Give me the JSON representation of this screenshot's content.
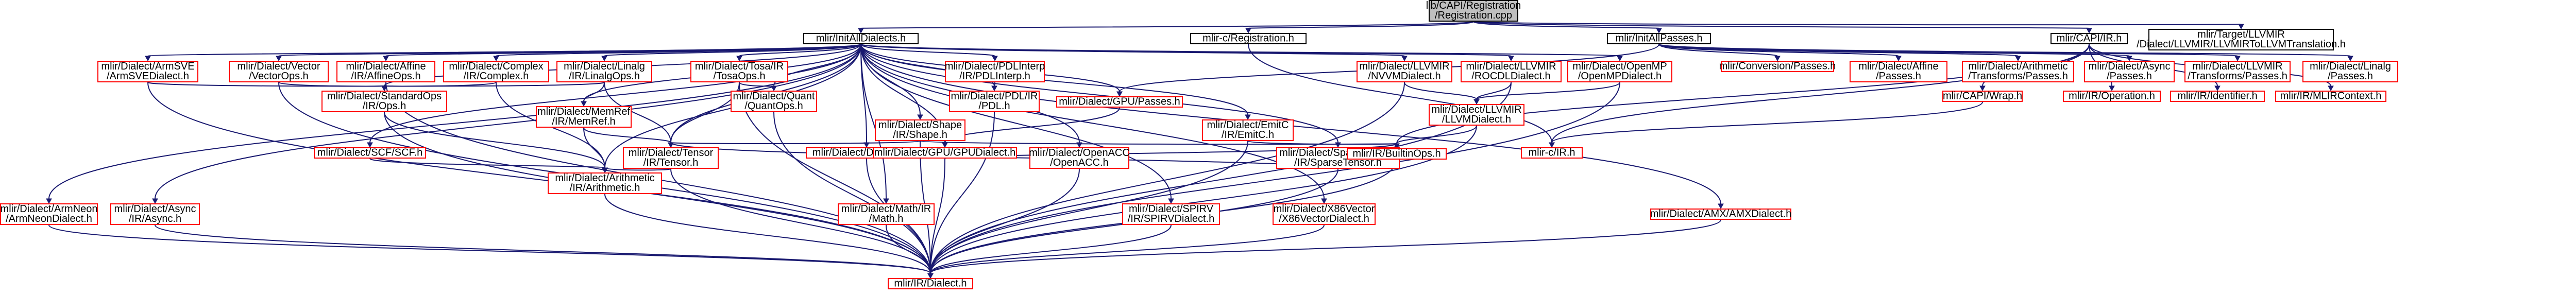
{
  "colors": {
    "root_fill": "#bfbfbf",
    "root_stroke": "#000000",
    "node_fill": "#ffffff",
    "node_stroke": "#000000",
    "missing_stroke": "#ff0000",
    "edge": "#191970"
  },
  "nodes": [
    {
      "id": "root",
      "lines": [
        "lib/CAPI/Registration",
        "/Registration.cpp"
      ],
      "kind": "root"
    },
    {
      "id": "initall",
      "lines": [
        "mlir/InitAllDialects.h"
      ],
      "kind": "normal"
    },
    {
      "id": "registration",
      "lines": [
        "mlir-c/Registration.h"
      ],
      "kind": "normal"
    },
    {
      "id": "initpasses",
      "lines": [
        "mlir/InitAllPasses.h"
      ],
      "kind": "normal"
    },
    {
      "id": "capiir",
      "lines": [
        "mlir/CAPI/IR.h"
      ],
      "kind": "normal"
    },
    {
      "id": "llvmtrans",
      "lines": [
        "mlir/Target/LLVMIR",
        "/Dialect/LLVMIR/LLVMIRToLLVMTranslation.h"
      ],
      "kind": "normal"
    },
    {
      "id": "armsve",
      "lines": [
        "mlir/Dialect/ArmSVE",
        "/ArmSVEDialect.h"
      ],
      "kind": "missing"
    },
    {
      "id": "vectorops",
      "lines": [
        "mlir/Dialect/Vector",
        "/VectorOps.h"
      ],
      "kind": "missing"
    },
    {
      "id": "affineops",
      "lines": [
        "mlir/Dialect/Affine",
        "/IR/AffineOps.h"
      ],
      "kind": "missing"
    },
    {
      "id": "complexops",
      "lines": [
        "mlir/Dialect/Complex",
        "/IR/Complex.h"
      ],
      "kind": "missing"
    },
    {
      "id": "linalgops",
      "lines": [
        "mlir/Dialect/Linalg",
        "/IR/LinalgOps.h"
      ],
      "kind": "missing"
    },
    {
      "id": "tosaops",
      "lines": [
        "mlir/Dialect/Tosa/IR",
        "/TosaOps.h"
      ],
      "kind": "missing"
    },
    {
      "id": "pdlinterp",
      "lines": [
        "mlir/Dialect/PDLInterp",
        "/IR/PDLInterp.h"
      ],
      "kind": "missing"
    },
    {
      "id": "llvmavx",
      "lines": [
        "mlir/Dialect/LLVMIR",
        "/NVVMDialect.h"
      ],
      "kind": "missing"
    },
    {
      "id": "rocdl",
      "lines": [
        "mlir/Dialect/LLVMIR",
        "/ROCDLDialect.h"
      ],
      "kind": "missing"
    },
    {
      "id": "openmp",
      "lines": [
        "mlir/Dialect/OpenMP",
        "/OpenMPDialect.h"
      ],
      "kind": "missing"
    },
    {
      "id": "standardops",
      "lines": [
        "mlir/Dialect/StandardOps",
        "/IR/Ops.h"
      ],
      "kind": "missing"
    },
    {
      "id": "quant",
      "lines": [
        "mlir/Dialect/Quant",
        "/QuantOps.h"
      ],
      "kind": "missing"
    },
    {
      "id": "memrefops",
      "lines": [
        "mlir/Dialect/MemRef",
        "/IR/MemRef.h"
      ],
      "kind": "missing"
    },
    {
      "id": "pdlops",
      "lines": [
        "mlir/Dialect/PDL/IR",
        "/PDL.h"
      ],
      "kind": "missing"
    },
    {
      "id": "gpupasses",
      "lines": [
        "mlir/Dialect/GPU/Passes.h"
      ],
      "kind": "missing"
    },
    {
      "id": "llvmdialect",
      "lines": [
        "mlir/Dialect/LLVMIR",
        "/LLVMDialect.h"
      ],
      "kind": "missing"
    },
    {
      "id": "shapeops",
      "lines": [
        "mlir/Dialect/Shape",
        "/IR/Shape.h"
      ],
      "kind": "missing"
    },
    {
      "id": "emitc",
      "lines": [
        "mlir/Dialect/EmitC",
        "/IR/EmitC.h"
      ],
      "kind": "missing"
    },
    {
      "id": "scfops",
      "lines": [
        "mlir/Dialect/SCF/SCF.h"
      ],
      "kind": "missing"
    },
    {
      "id": "dlti",
      "lines": [
        "mlir/Dialect/DLTI/DLTI.h"
      ],
      "kind": "missing"
    },
    {
      "id": "tensorops",
      "lines": [
        "mlir/Dialect/Tensor",
        "/IR/Tensor.h"
      ],
      "kind": "missing"
    },
    {
      "id": "gpudialect",
      "lines": [
        "mlir/Dialect/GPU/GPUDialect.h"
      ],
      "kind": "missing"
    },
    {
      "id": "openacc",
      "lines": [
        "mlir/Dialect/OpenACC",
        "/OpenACC.h"
      ],
      "kind": "missing"
    },
    {
      "id": "sparsetensor",
      "lines": [
        "mlir/Dialect/SparseTensor",
        "/IR/SparseTensor.h"
      ],
      "kind": "missing"
    },
    {
      "id": "builtinops",
      "lines": [
        "mlir/IR/BuiltinOps.h"
      ],
      "kind": "missing"
    },
    {
      "id": "arithmetic",
      "lines": [
        "mlir/Dialect/Arithmetic",
        "/IR/Arithmetic.h"
      ],
      "kind": "missing"
    },
    {
      "id": "armneon",
      "lines": [
        "mlir/Dialect/ArmNeon",
        "/ArmNeonDialect.h"
      ],
      "kind": "missing"
    },
    {
      "id": "async",
      "lines": [
        "mlir/Dialect/Async",
        "/IR/Async.h"
      ],
      "kind": "missing"
    },
    {
      "id": "mathops",
      "lines": [
        "mlir/Dialect/Math/IR",
        "/Math.h"
      ],
      "kind": "missing"
    },
    {
      "id": "spirv",
      "lines": [
        "mlir/Dialect/SPIRV",
        "/IR/SPIRVDialect.h"
      ],
      "kind": "missing"
    },
    {
      "id": "x86vector",
      "lines": [
        "mlir/Dialect/X86Vector",
        "/X86VectorDialect.h"
      ],
      "kind": "missing"
    },
    {
      "id": "amx",
      "lines": [
        "mlir/Dialect/AMX/AMXDialect.h"
      ],
      "kind": "missing"
    },
    {
      "id": "irdialect",
      "lines": [
        "mlir/IR/Dialect.h"
      ],
      "kind": "missing"
    },
    {
      "id": "conversionpasses",
      "lines": [
        "mlir/Conversion/Passes.h"
      ],
      "kind": "missing"
    },
    {
      "id": "affinepasses",
      "lines": [
        "mlir/Dialect/Affine",
        "/Passes.h"
      ],
      "kind": "missing"
    },
    {
      "id": "arithpasses",
      "lines": [
        "mlir/Dialect/Arithmetic",
        "/Transforms/Passes.h"
      ],
      "kind": "missing"
    },
    {
      "id": "asyncpasses",
      "lines": [
        "mlir/Dialect/Async",
        "/Passes.h"
      ],
      "kind": "missing"
    },
    {
      "id": "llvmirpasses",
      "lines": [
        "mlir/Dialect/LLVMIR",
        "/Transforms/Passes.h"
      ],
      "kind": "missing"
    },
    {
      "id": "linalgpasses",
      "lines": [
        "mlir/Dialect/Linalg",
        "/Passes.h"
      ],
      "kind": "missing"
    },
    {
      "id": "capiwrap",
      "lines": [
        "mlir/CAPI/Wrap.h"
      ],
      "kind": "missing"
    },
    {
      "id": "iroperation",
      "lines": [
        "mlir/IR/Operation.h"
      ],
      "kind": "missing"
    },
    {
      "id": "iridentifier",
      "lines": [
        "mlir/IR/Identifier.h"
      ],
      "kind": "missing"
    },
    {
      "id": "irmlircontext",
      "lines": [
        "mlir/IR/MLIRContext.h"
      ],
      "kind": "missing"
    },
    {
      "id": "mlircir",
      "lines": [
        "mlir-c/IR.h"
      ],
      "kind": "missing"
    }
  ],
  "edges": [
    [
      "root",
      "initall"
    ],
    [
      "root",
      "registration"
    ],
    [
      "root",
      "initpasses"
    ],
    [
      "root",
      "capiir"
    ],
    [
      "root",
      "llvmtrans"
    ],
    [
      "initall",
      "armsve"
    ],
    [
      "initall",
      "vectorops"
    ],
    [
      "initall",
      "affineops"
    ],
    [
      "initall",
      "complexops"
    ],
    [
      "initall",
      "linalgops"
    ],
    [
      "initall",
      "tosaops"
    ],
    [
      "initall",
      "pdlinterp"
    ],
    [
      "initall",
      "llvmavx"
    ],
    [
      "initall",
      "rocdl"
    ],
    [
      "initall",
      "openmp"
    ],
    [
      "initall",
      "standardops"
    ],
    [
      "initall",
      "quant"
    ],
    [
      "initall",
      "memrefops"
    ],
    [
      "initall",
      "pdlops"
    ],
    [
      "initall",
      "gpupasses"
    ],
    [
      "initall",
      "shapeops"
    ],
    [
      "initall",
      "emitc"
    ],
    [
      "initall",
      "scfops"
    ],
    [
      "initall",
      "dlti"
    ],
    [
      "initall",
      "tensorops"
    ],
    [
      "initall",
      "gpudialect"
    ],
    [
      "initall",
      "openacc"
    ],
    [
      "initall",
      "sparsetensor"
    ],
    [
      "initall",
      "armneon"
    ],
    [
      "initall",
      "async"
    ],
    [
      "initall",
      "mathops"
    ],
    [
      "initall",
      "spirv"
    ],
    [
      "initall",
      "x86vector"
    ],
    [
      "initall",
      "amx"
    ],
    [
      "initall",
      "arithmetic"
    ],
    [
      "armsve",
      "standardops"
    ],
    [
      "armsve",
      "irdialect"
    ],
    [
      "vectorops",
      "standardops"
    ],
    [
      "vectorops",
      "irdialect"
    ],
    [
      "affineops",
      "standardops"
    ],
    [
      "affineops",
      "irdialect"
    ],
    [
      "complexops",
      "standardops"
    ],
    [
      "complexops",
      "arithmetic"
    ],
    [
      "linalgops",
      "standardops"
    ],
    [
      "linalgops",
      "memrefops"
    ],
    [
      "linalgops",
      "tensorops"
    ],
    [
      "tosaops",
      "quant"
    ],
    [
      "tosaops",
      "tensorops"
    ],
    [
      "tosaops",
      "irdialect"
    ],
    [
      "pdlinterp",
      "pdlops"
    ],
    [
      "llvmavx",
      "llvmdialect"
    ],
    [
      "llvmavx",
      "irdialect"
    ],
    [
      "rocdl",
      "llvmdialect"
    ],
    [
      "rocdl",
      "irdialect"
    ],
    [
      "openmp",
      "llvmdialect"
    ],
    [
      "openmp",
      "irdialect"
    ],
    [
      "standardops",
      "arithmetic"
    ],
    [
      "standardops",
      "irdialect"
    ],
    [
      "quant",
      "irdialect"
    ],
    [
      "memrefops",
      "tensorops"
    ],
    [
      "memrefops",
      "arithmetic"
    ],
    [
      "pdlops",
      "irdialect"
    ],
    [
      "gpupasses",
      "gpudialect"
    ],
    [
      "llvmdialect",
      "builtinops"
    ],
    [
      "llvmdialect",
      "irdialect"
    ],
    [
      "shapeops",
      "tensorops"
    ],
    [
      "shapeops",
      "builtinops"
    ],
    [
      "shapeops",
      "irdialect"
    ],
    [
      "emitc",
      "builtinops"
    ],
    [
      "emitc",
      "irdialect"
    ],
    [
      "scfops",
      "arithmetic"
    ],
    [
      "dlti",
      "irdialect"
    ],
    [
      "tensorops",
      "arithmetic"
    ],
    [
      "tensorops",
      "irdialect"
    ],
    [
      "gpudialect",
      "builtinops"
    ],
    [
      "gpudialect",
      "irdialect"
    ],
    [
      "openacc",
      "irdialect"
    ],
    [
      "sparsetensor",
      "tensorops"
    ],
    [
      "sparsetensor",
      "irdialect"
    ],
    [
      "builtinops",
      "irdialect"
    ],
    [
      "arithmetic",
      "irdialect"
    ],
    [
      "armneon",
      "irdialect"
    ],
    [
      "async",
      "irdialect"
    ],
    [
      "mathops",
      "irdialect"
    ],
    [
      "spirv",
      "irdialect"
    ],
    [
      "x86vector",
      "irdialect"
    ],
    [
      "amx",
      "irdialect"
    ],
    [
      "registration",
      "mlircir"
    ],
    [
      "initpasses",
      "conversionpasses"
    ],
    [
      "initpasses",
      "affinepasses"
    ],
    [
      "initpasses",
      "arithpasses"
    ],
    [
      "initpasses",
      "asyncpasses"
    ],
    [
      "initpasses",
      "llvmirpasses"
    ],
    [
      "initpasses",
      "linalgpasses"
    ],
    [
      "initpasses",
      "gpupasses"
    ],
    [
      "capiir",
      "capiwrap"
    ],
    [
      "capiir",
      "iroperation"
    ],
    [
      "capiir",
      "iridentifier"
    ],
    [
      "capiir",
      "irmlircontext"
    ],
    [
      "capiir",
      "builtinops"
    ],
    [
      "capiir",
      "mlircir"
    ],
    [
      "capiwrap",
      "mlircir"
    ]
  ]
}
